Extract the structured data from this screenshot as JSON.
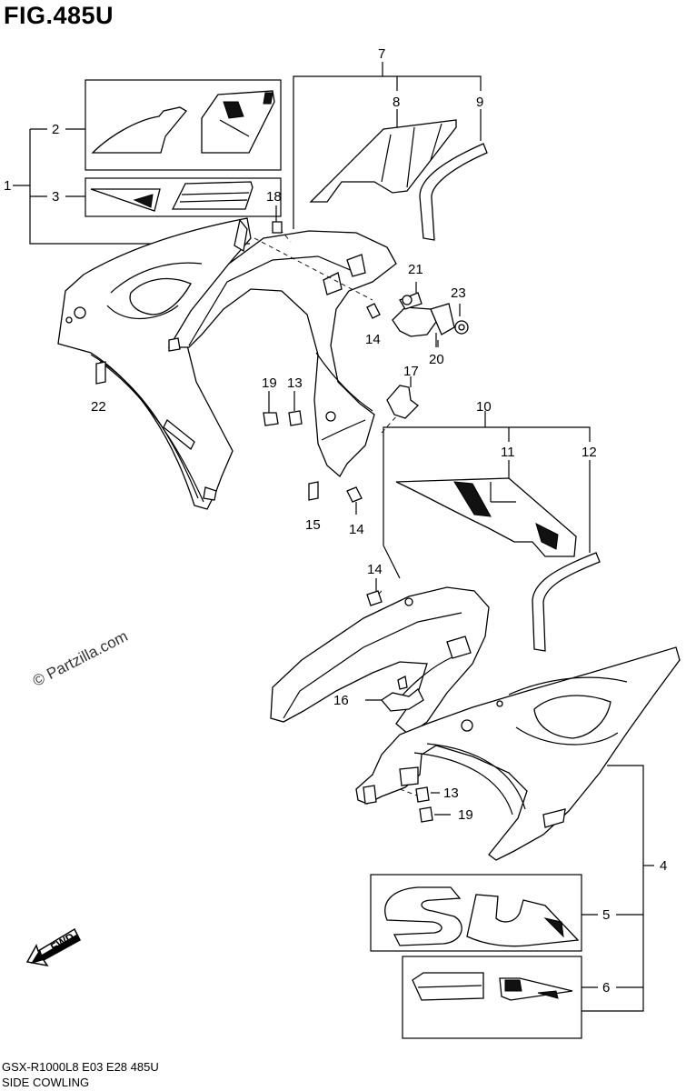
{
  "figure_title": "FIG.485U",
  "footer": {
    "model_code": "GSX-R1000L8  E03  E28  485U",
    "section_name": "SIDE COWLING"
  },
  "watermark": "© Partzilla.com",
  "fwd_label": "FWD",
  "callouts": {
    "n1": "1",
    "n2": "2",
    "n3": "3",
    "n4": "4",
    "n5": "5",
    "n6": "6",
    "n7": "7",
    "n8": "8",
    "n9": "9",
    "n10": "10",
    "n11": "11",
    "n12": "12",
    "n13a": "13",
    "n13b": "13",
    "n14a": "14",
    "n14b": "14",
    "n14c": "14",
    "n15": "15",
    "n16": "16",
    "n17": "17",
    "n18": "18",
    "n19a": "19",
    "n19b": "19",
    "n20": "20",
    "n21": "21",
    "n22": "22",
    "n23": "23"
  }
}
